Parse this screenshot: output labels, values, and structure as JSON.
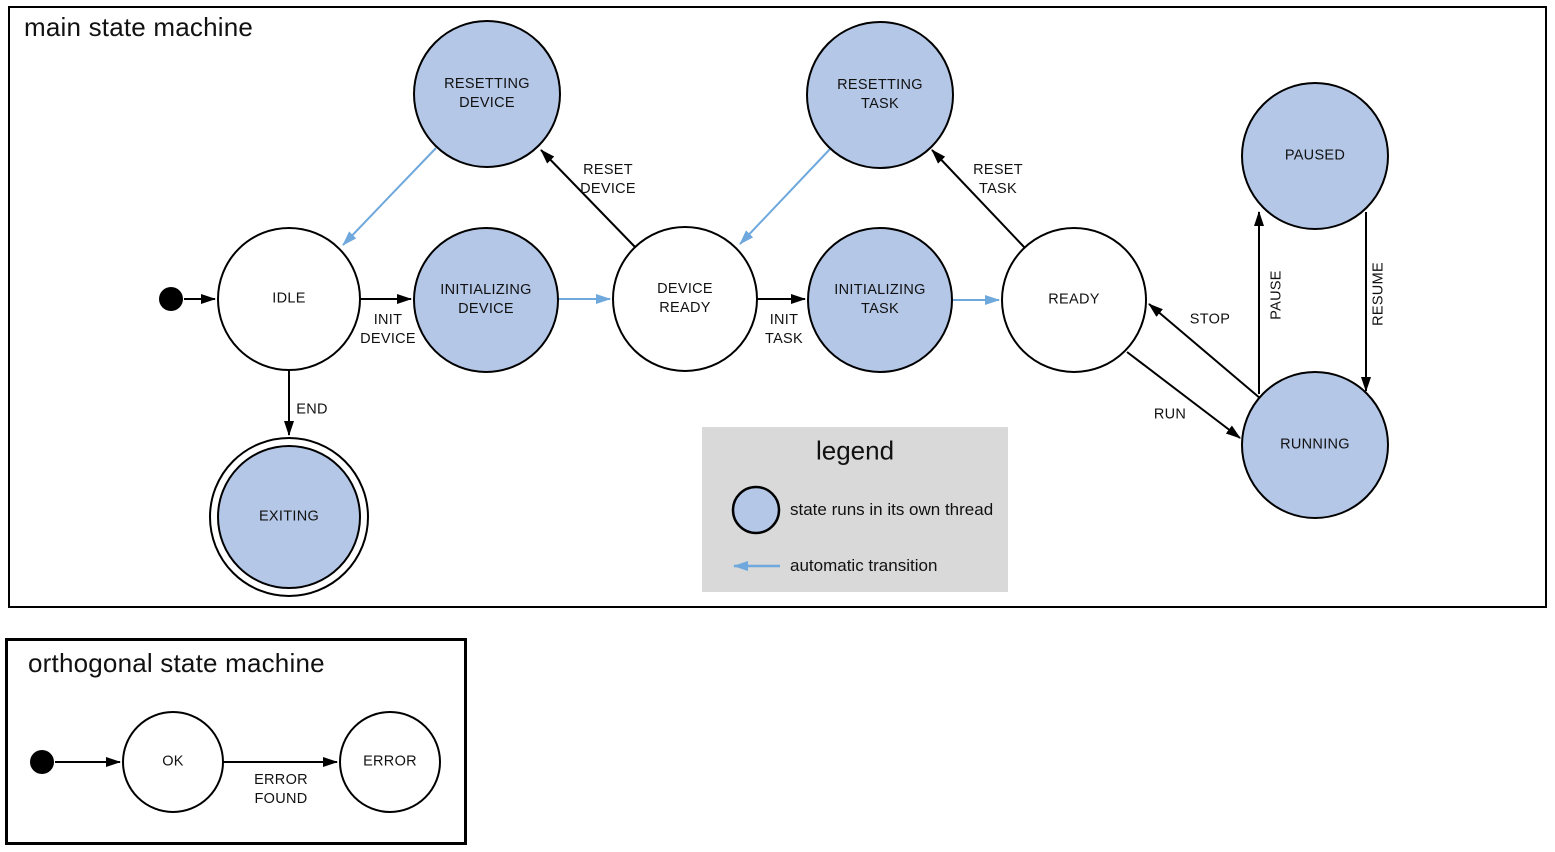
{
  "colors": {
    "thread_state_fill": "#b4c7e7",
    "automatic_transition_blue": "#6fa8dc",
    "legend_background": "#d9d9d9",
    "stroke": "#000000"
  },
  "main_machine": {
    "title": "main state machine",
    "states": {
      "idle": "IDLE",
      "resetting_device": [
        "RESETTING",
        "DEVICE"
      ],
      "initializing_device": [
        "INITIALIZING",
        "DEVICE"
      ],
      "device_ready": [
        "DEVICE",
        "READY"
      ],
      "resetting_task": [
        "RESETTING",
        "TASK"
      ],
      "initializing_task": [
        "INITIALIZING",
        "TASK"
      ],
      "ready": "READY",
      "paused": "PAUSED",
      "running": "RUNNING",
      "exiting": "EXITING"
    },
    "transitions": {
      "init_device": [
        "INIT",
        "DEVICE"
      ],
      "reset_device": [
        "RESET",
        "DEVICE"
      ],
      "init_task": [
        "INIT",
        "TASK"
      ],
      "reset_task": [
        "RESET",
        "TASK"
      ],
      "end": "END",
      "run": "RUN",
      "stop": "STOP",
      "pause": "PAUSE",
      "resume": "RESUME"
    }
  },
  "legend": {
    "title": "legend",
    "thread_state_label": "state runs in its own thread",
    "automatic_transition_label": "automatic transition"
  },
  "orthogonal_machine": {
    "title": "orthogonal state machine",
    "states": {
      "ok": "OK",
      "error": "ERROR"
    },
    "transitions": {
      "error_found": [
        "ERROR",
        "FOUND"
      ]
    }
  }
}
